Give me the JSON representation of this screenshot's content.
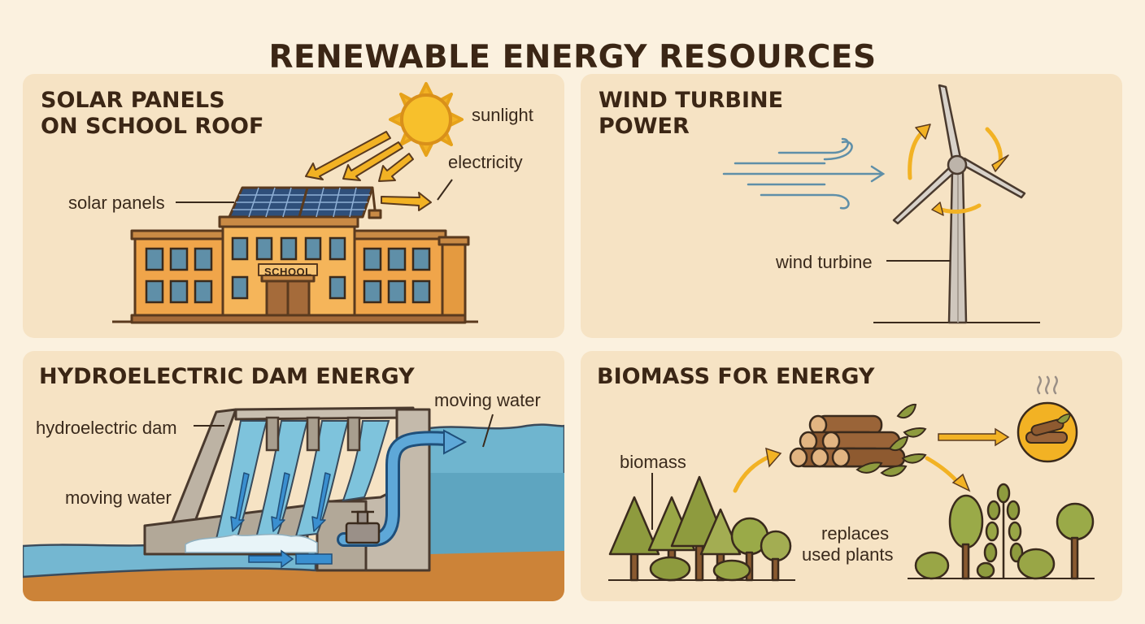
{
  "title": "RENEWABLE ENERGY RESOURCES",
  "panels": {
    "solar": {
      "title_line1": "SOLAR PANELS",
      "title_line2": "ON SCHOOL ROOF",
      "labels": {
        "sunlight": "sunlight",
        "electricity": "electricity",
        "solar_panels": "solar panels",
        "school_sign": "SCHOOL"
      }
    },
    "wind": {
      "title_line1": "WIND TURBINE",
      "title_line2": "POWER",
      "labels": {
        "wind_turbine": "wind turbine"
      }
    },
    "hydro": {
      "title": "HYDROELECTRIC DAM ENERGY",
      "labels": {
        "moving_water_top": "moving water",
        "hydroelectric_dam": "hydroelectric dam",
        "moving_water_left": "moving water"
      }
    },
    "biomass": {
      "title": "BIOMASS FOR ENERGY",
      "labels": {
        "biomass": "biomass",
        "replaces_line1": "replaces",
        "replaces_line2": "used plants"
      }
    }
  },
  "colors": {
    "background": "#fbf1df",
    "panel": "#f6e3c4",
    "title_text": "#3b2615",
    "arrow": "#f2b224",
    "building": "#f0a54a",
    "solar_panel": "#2f4f7a",
    "water": "#6fb5cf",
    "ground": "#cc8338",
    "tree": "#8e9b3e"
  }
}
